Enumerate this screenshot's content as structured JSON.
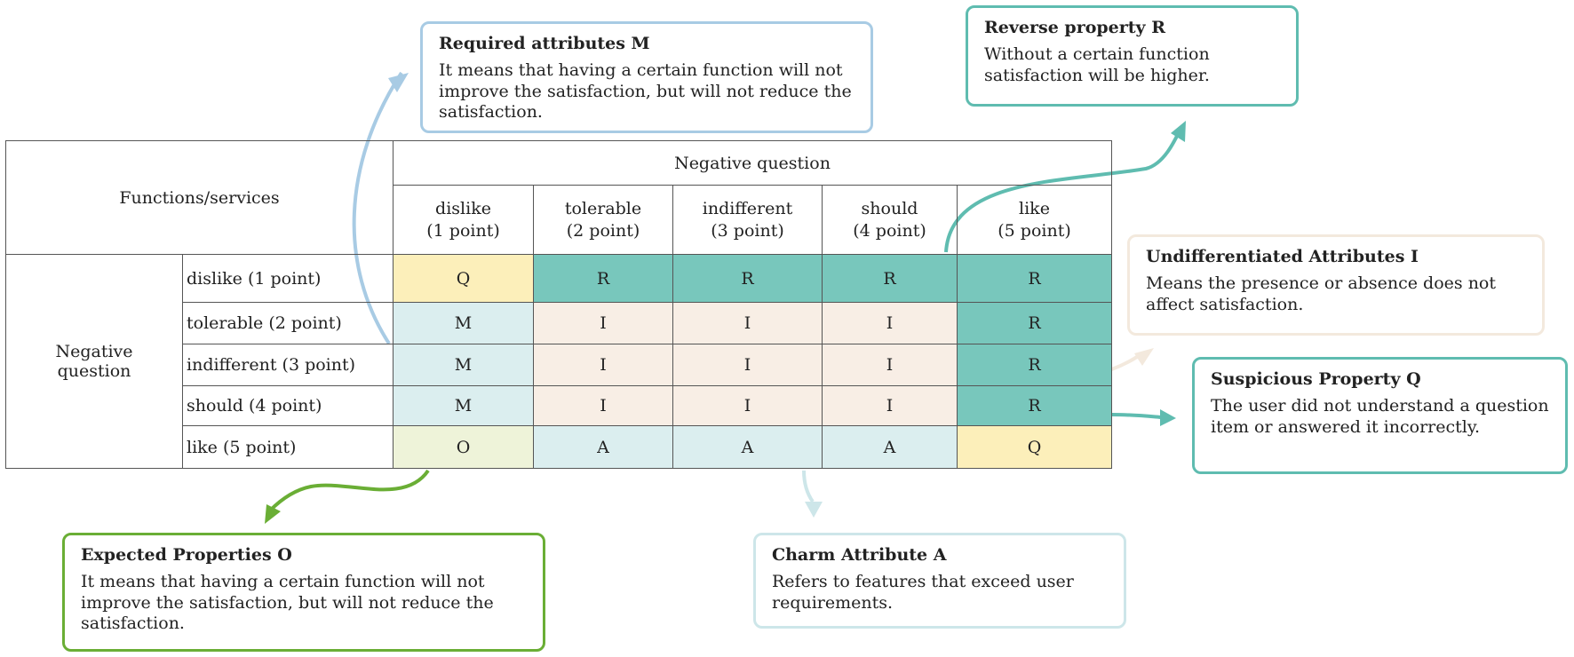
{
  "table": {
    "corner_label": "Functions/services",
    "column_group_label": "Negative question",
    "row_group_label": "Negative question",
    "columns": [
      {
        "line1": "dislike",
        "line2": "(1 point)"
      },
      {
        "line1": "tolerable",
        "line2": "(2 point)"
      },
      {
        "line1": "indifferent",
        "line2": "(3 point)"
      },
      {
        "line1": "should",
        "line2": "(4 point)"
      },
      {
        "line1": "like",
        "line2": "(5 point)"
      }
    ],
    "rows": [
      {
        "label": "dislike (1 point)",
        "cells": [
          "Q",
          "R",
          "R",
          "R",
          "R"
        ]
      },
      {
        "label": "tolerable (2 point)",
        "cells": [
          "M",
          "I",
          "I",
          "I",
          "R"
        ]
      },
      {
        "label": "indifferent (3 point)",
        "cells": [
          "M",
          "I",
          "I",
          "I",
          "R"
        ]
      },
      {
        "label": "should (4 point)",
        "cells": [
          "M",
          "I",
          "I",
          "I",
          "R"
        ]
      },
      {
        "label": "like (5 point)",
        "cells": [
          "O",
          "A",
          "A",
          "A",
          "Q"
        ]
      }
    ]
  },
  "callouts": {
    "required": {
      "title": "Required attributes M",
      "body": "It means that having a certain function will not improve the satisfaction, but will not reduce the satisfaction.",
      "color": "#a8cbe4"
    },
    "reverse": {
      "title": "Reverse property R",
      "body": "Without a certain function satisfaction will be higher.",
      "color": "#5fbcb0"
    },
    "undifferentiated": {
      "title": "Undifferentiated Attributes I",
      "body": "Means the presence or absence does not affect satisfaction.",
      "color": "#f3e9dd"
    },
    "suspicious": {
      "title": "Suspicious Property Q",
      "body": "The user did not understand a question item or answered it incorrectly.",
      "color": "#5fbcb0"
    },
    "expected": {
      "title": "Expected Properties O",
      "body": "It means that having a certain function will not improve the satisfaction, but will not reduce the satisfaction.",
      "color": "#6aae35"
    },
    "charm": {
      "title": "Charm Attribute A",
      "body": "Refers to features that exceed user requirements.",
      "color": "#cde6e9"
    }
  }
}
